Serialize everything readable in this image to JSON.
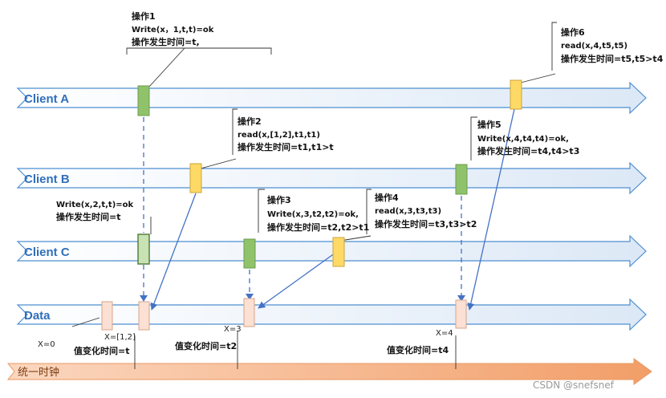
{
  "lanes": {
    "client_a": "Client A",
    "client_b": "Client B",
    "client_c": "Client C",
    "data": "Data",
    "clock": "统一时钟"
  },
  "operations": {
    "op1": {
      "title": "操作1",
      "line1": "Write(x，1,t,t)=ok",
      "line2": "操作发生时间=t,"
    },
    "op2": {
      "title": "操作2",
      "line1": "read(x,[1,2],t1,t1)",
      "line2": "操作发生时间=t1,t1>t"
    },
    "op3": {
      "title": "操作3",
      "line1": "Write(x,3,t2,t2)=ok,",
      "line2": "操作发生时间=t2,t2>t1"
    },
    "op4": {
      "title": "操作4",
      "line1": "read(x,3,t3,t3)",
      "line2": "操作发生时间=t3,t3>t2"
    },
    "op5": {
      "title": "操作5",
      "line1": "Write(x,4,t4,t4)=ok,",
      "line2": "操作发生时间=t4,t4>t3"
    },
    "op6": {
      "title": "操作6",
      "line1": "read(x,4,t5,t5)",
      "line2": "操作发生时间=t5,t5>t4"
    },
    "op_c": {
      "line1": "Write(x,2,t,t)=ok",
      "line2": "操作发生时间=t"
    }
  },
  "data_states": {
    "s0": {
      "value": "X=0"
    },
    "s1": {
      "value": "X=[1,2]",
      "time": "值变化时间=t"
    },
    "s2": {
      "value": "X=3",
      "time": "值变化时间=t2"
    },
    "s3": {
      "value": "X=4",
      "time": "值变化时间=t4"
    }
  },
  "watermark": "CSDN @snefsnef",
  "colors": {
    "lane_fill": "#e8eff9",
    "lane_stroke": "#4d8fd1",
    "lane_text": "#2f6fba",
    "clock_fill": "#f4b183",
    "green_op": "#8fc26a",
    "yellow_op": "#ffd966",
    "pink_state": "#fbe0d3",
    "arrow": "#4472c4"
  }
}
